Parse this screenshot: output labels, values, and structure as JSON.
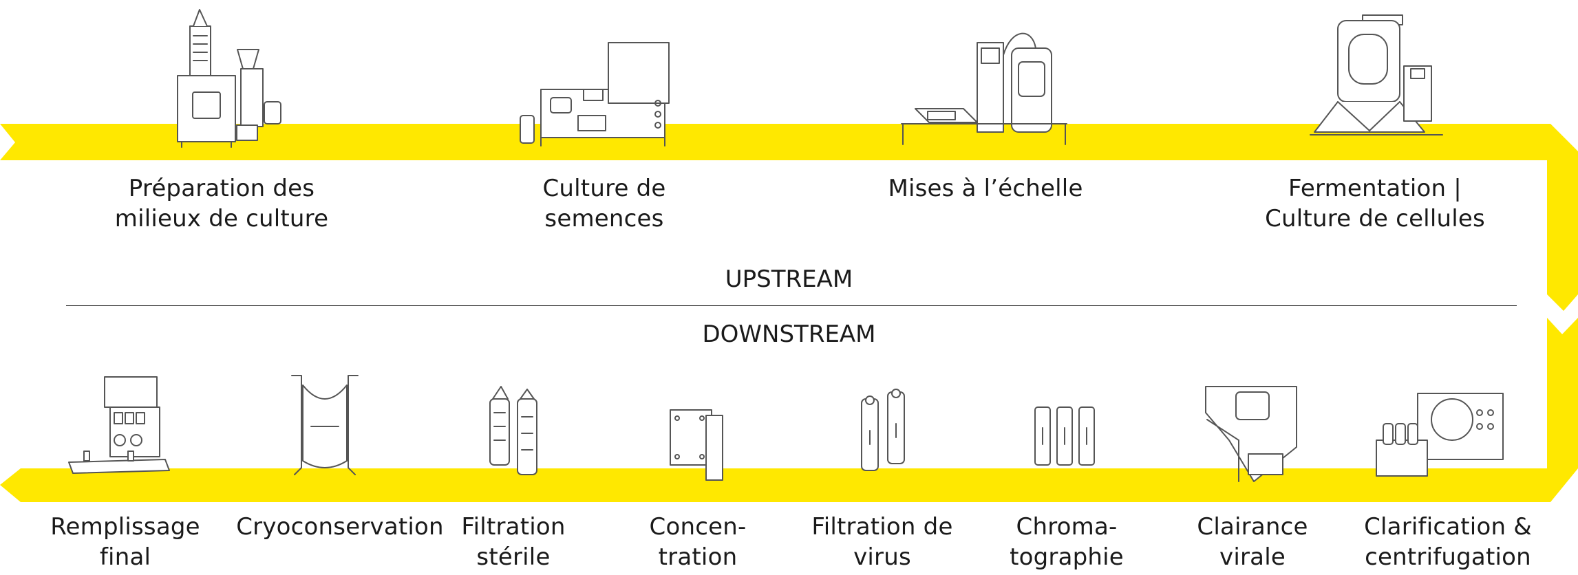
{
  "colors": {
    "band": "#FFE800",
    "line": "#555555",
    "text": "#1a1a1a"
  },
  "sections": {
    "upstream": "UPSTREAM",
    "downstream": "DOWNSTREAM"
  },
  "upstream_steps": [
    {
      "lines": [
        "Préparation des",
        "milieux de culture"
      ],
      "icon": "media-preparation-equipment-icon"
    },
    {
      "lines": [
        "Culture de",
        "semences"
      ],
      "icon": "seed-culture-equipment-icon"
    },
    {
      "lines": [
        "Mises à l’échelle"
      ],
      "icon": "scale-up-equipment-icon"
    },
    {
      "lines": [
        "Fermentation |",
        "Culture de cellules"
      ],
      "icon": "bioreactor-icon"
    }
  ],
  "downstream_steps": [
    {
      "lines": [
        "Remplissage",
        "final"
      ],
      "icon": "final-filling-equipment-icon"
    },
    {
      "lines": [
        "Cryoconservation"
      ],
      "icon": "cryo-bag-icon"
    },
    {
      "lines": [
        "Filtration",
        "stérile"
      ],
      "icon": "sterile-filter-cartridges-icon"
    },
    {
      "lines": [
        "Concen-",
        "tration"
      ],
      "icon": "concentration-cassette-icon"
    },
    {
      "lines": [
        "Filtration de",
        "virus"
      ],
      "icon": "virus-filter-icon"
    },
    {
      "lines": [
        "Chroma-",
        "tographie"
      ],
      "icon": "chromatography-columns-icon"
    },
    {
      "lines": [
        "Clairance",
        "virale"
      ],
      "icon": "viral-clearance-equipment-icon"
    },
    {
      "lines": [
        "Clarification &",
        "centrifugation"
      ],
      "icon": "centrifuge-icon"
    }
  ]
}
